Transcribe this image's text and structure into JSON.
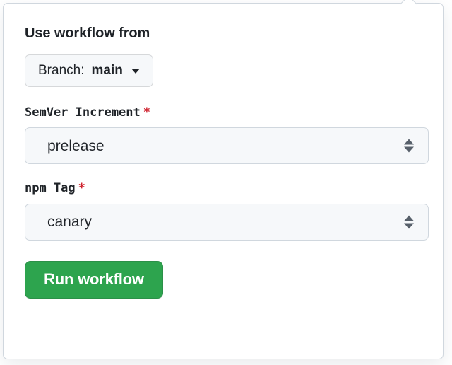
{
  "popover": {
    "section_title": "Use workflow from",
    "branch_picker": {
      "prefix": "Branch:",
      "branch": "main",
      "caret_icon": "chevron-down-icon"
    },
    "fields": [
      {
        "label": "SemVer Increment",
        "required_marker": "*",
        "required": true,
        "value": "prelease",
        "control": "select",
        "arrows_icon": "sort-updown-icon"
      },
      {
        "label": "npm Tag",
        "required_marker": "*",
        "required": true,
        "value": "canary",
        "control": "select",
        "arrows_icon": "sort-updown-icon"
      }
    ],
    "submit": {
      "label": "Run workflow"
    }
  },
  "colors": {
    "accent_green": "#2da44e",
    "required_red": "#cf222e",
    "border": "#d0d7de",
    "control_bg": "#f6f8fa",
    "text": "#1f2328"
  }
}
